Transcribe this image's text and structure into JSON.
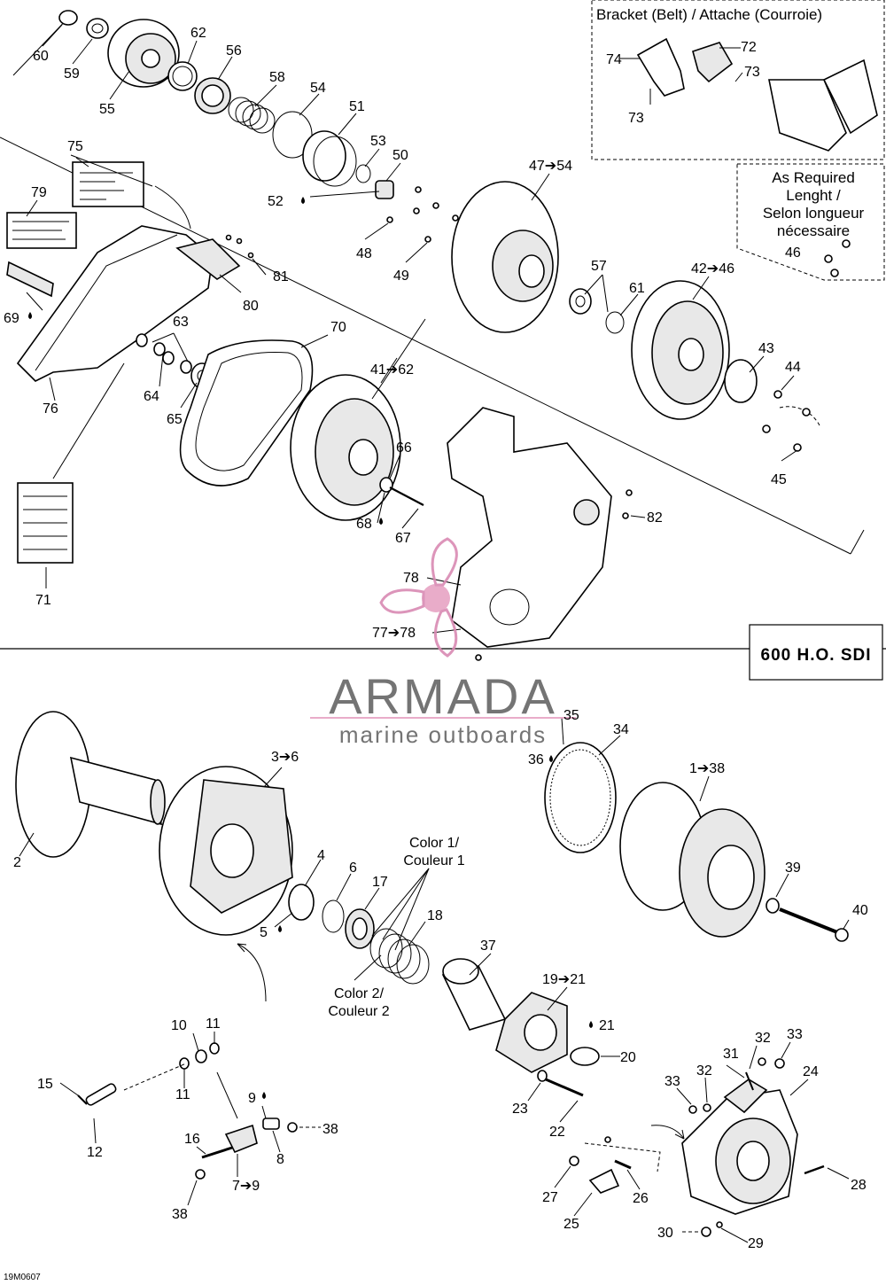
{
  "bracket_box": {
    "title": "Bracket (Belt) / Attache (Courroie)"
  },
  "as_required_box": {
    "lines": [
      "As Required",
      "Lenght /",
      "Selon longueur",
      "nécessaire"
    ]
  },
  "model_box": {
    "text": "600 H.O. SDI"
  },
  "watermark": {
    "brand": "ARMADA",
    "tagline": "marine outboards"
  },
  "drawing_code": "19M0607",
  "color_labels": {
    "color1": [
      "Color 1/",
      "Couleur 1"
    ],
    "color2": [
      "Color 2/",
      "Couleur 2"
    ]
  },
  "labels": {
    "l60": "60",
    "l59": "59",
    "l55": "55",
    "l62": "62",
    "l56": "56",
    "l58": "58",
    "l54": "54",
    "l51": "51",
    "l53": "53",
    "l50": "50",
    "l52": "52",
    "l48": "48",
    "l49": "49",
    "l47": "47➔54",
    "l75": "75",
    "l79": "79",
    "l81": "81",
    "l80": "80",
    "l69": "69",
    "l63": "63",
    "l64": "64",
    "l65": "65",
    "l76": "76",
    "l70": "70",
    "l41": "41➔62",
    "l57": "57",
    "l61": "61",
    "l42": "42➔46",
    "l43": "43",
    "l44": "44",
    "l45": "45",
    "l46": "46",
    "l72": "72",
    "l73a": "73",
    "l74": "74",
    "l73b": "73",
    "l66": "66",
    "l68": "68",
    "l67": "67",
    "l82": "82",
    "l78": "78",
    "l77": "77➔78",
    "l71": "71",
    "l2": "2",
    "l3": "3➔6",
    "l4": "4",
    "l6": "6",
    "l17": "17",
    "l5": "5",
    "l18": "18",
    "l35": "35",
    "l34": "34",
    "l36": "36",
    "l1": "1➔38",
    "l39": "39",
    "l40": "40",
    "l37": "37",
    "l19": "19➔21",
    "l21": "21",
    "l20": "20",
    "l23": "23",
    "l22": "22",
    "l10": "10",
    "l11a": "11",
    "l11b": "11",
    "l15": "15",
    "l12": "12",
    "l9": "9",
    "l38a": "38",
    "l16": "16",
    "l8": "8",
    "l7": "7➔9",
    "l38b": "38",
    "l31": "31",
    "l32a": "32",
    "l33a": "33",
    "l33b": "33",
    "l32b": "32",
    "l24": "24",
    "l27": "27",
    "l26": "26",
    "l25": "25",
    "l28": "28",
    "l30": "30",
    "l29": "29"
  }
}
